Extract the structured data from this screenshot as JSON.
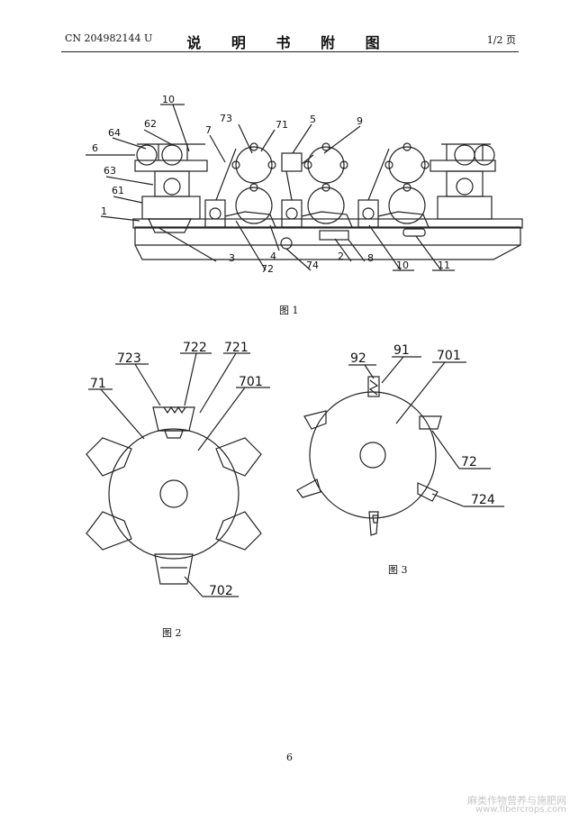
{
  "header": {
    "publication_number": "CN 204982144 U",
    "title": "说 明 书 附 图",
    "page_indicator": "1/2 页"
  },
  "figures": {
    "fig1": {
      "caption": "图 1",
      "labels": [
        "10",
        "62",
        "64",
        "6",
        "63",
        "61",
        "1",
        "73",
        "71",
        "7",
        "5",
        "9",
        "3",
        "72",
        "4",
        "74",
        "2",
        "8",
        "10",
        "11"
      ]
    },
    "fig2": {
      "caption": "图 2",
      "labels": [
        "723",
        "722",
        "721",
        "71",
        "701",
        "702"
      ]
    },
    "fig3": {
      "caption": "图 3",
      "labels": [
        "92",
        "91",
        "701",
        "72",
        "724"
      ]
    }
  },
  "footer": {
    "page_number": "6"
  },
  "watermark": {
    "line1": "麻类作物营养与施肥网",
    "line2": "www.fibercrops.com"
  }
}
